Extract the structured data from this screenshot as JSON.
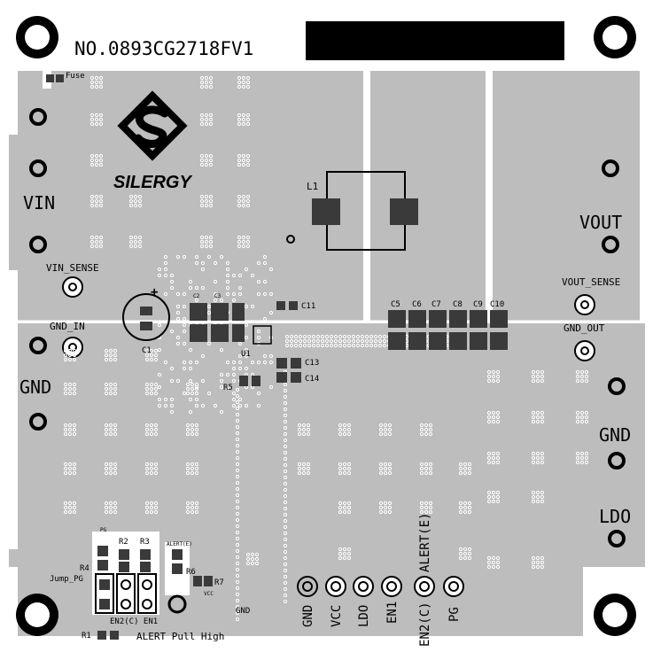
{
  "board": {
    "board_id": "NO.0893CG2718FV1",
    "logo_text": "SILERGY",
    "colors": {
      "background": "#ffffff",
      "copper": "#bdbdbd",
      "pad": "#3a3a3a",
      "mark": "#000000"
    }
  },
  "connectors": {
    "vin": "VIN",
    "vin_sense": "VIN_SENSE",
    "gnd_in": "GND_IN",
    "gnd_left": "GND",
    "vout": "VOUT",
    "vout_sense": "VOUT_SENSE",
    "gnd_out": "GND_OUT",
    "gnd_right": "GND",
    "ldo": "LDO"
  },
  "components": {
    "fuse": "Fuse",
    "l1": "L1",
    "c1": "C1",
    "c2": "C2",
    "c3": "C3",
    "c11": "C11",
    "c5": "C5",
    "c6": "C6",
    "c7": "C7",
    "c8": "C8",
    "c9": "C9",
    "c10": "C10",
    "c13": "C13",
    "c14": "C14",
    "u1": "U1",
    "r5": "R5",
    "r1": "R1",
    "r2": "R2",
    "r3": "R3",
    "r4": "R4",
    "r6": "R6",
    "r7": "R7",
    "pg_small": "PG",
    "alert_small": "ALERT(E)",
    "vcc_small": "VCC",
    "gnd_small": "GND",
    "plus": "+"
  },
  "jumpers": {
    "jump_pg": "Jump_PG",
    "en_row": "EN2(C) EN1",
    "alert_pull_high": "ALERT Pull High"
  },
  "testpoints": [
    "GND",
    "VCC",
    "LDO",
    "EN1",
    "EN2(C)",
    "ALERT(E)",
    "PG"
  ]
}
